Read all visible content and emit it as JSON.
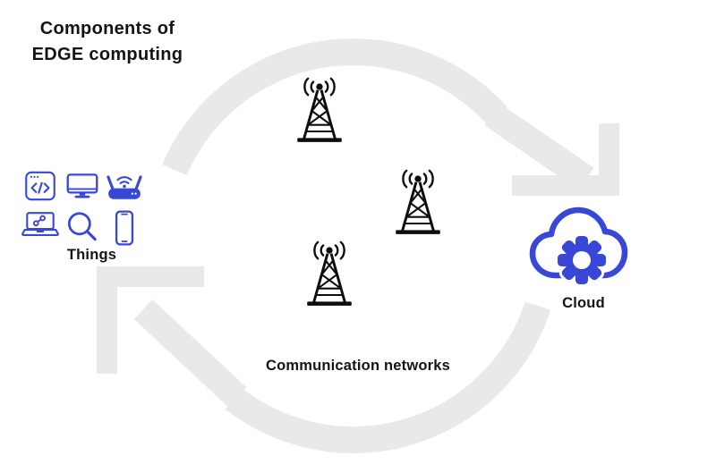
{
  "title": {
    "line1": "Components of",
    "line2": "EDGE computing"
  },
  "things": {
    "label": "Things",
    "icons": [
      "browser-code-icon",
      "monitor-icon",
      "wifi-router-icon",
      "laptop-share-icon",
      "search-icon",
      "smartphone-icon"
    ]
  },
  "network": {
    "label": "Communication networks",
    "tower_icon": "cell-tower-icon",
    "tower_count": 3
  },
  "cloud": {
    "label": "Cloud",
    "icon": "cloud-gear-icon"
  },
  "cycle": {
    "arrow_icons": [
      "curved-arrow-clockwise-top",
      "curved-arrow-clockwise-bottom"
    ]
  },
  "colors": {
    "accent": "#3847d8",
    "arrow_gray": "#e9e9e9",
    "text": "#141414",
    "tower_black": "#0d0d0d",
    "background": "#ffffff"
  }
}
